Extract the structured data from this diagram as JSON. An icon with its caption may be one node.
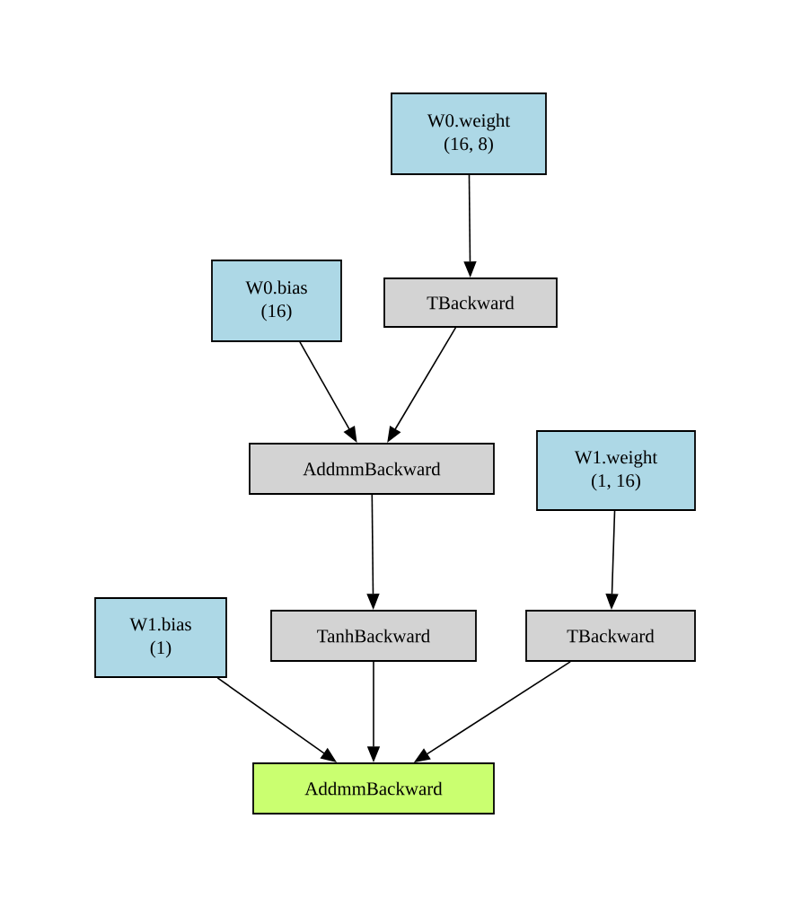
{
  "diagram": {
    "nodes": [
      {
        "text": [
          "W0.weight",
          "(16, 8)"
        ]
      },
      {
        "text": [
          "W0.bias",
          "(16)"
        ]
      },
      {
        "text": [
          "TBackward"
        ]
      },
      {
        "text": [
          "AddmmBackward"
        ]
      },
      {
        "text": [
          "W1.weight",
          "(1, 16)"
        ]
      },
      {
        "text": [
          "W1.bias",
          "(1)"
        ]
      },
      {
        "text": [
          "TanhBackward"
        ]
      },
      {
        "text": [
          "TBackward"
        ]
      },
      {
        "text": [
          "AddmmBackward"
        ]
      }
    ],
    "edges": [
      {
        "from": 0,
        "to": 2,
        "arrow": "to"
      },
      {
        "from": 1,
        "to": 3,
        "arrow": "to"
      },
      {
        "from": 2,
        "to": 3,
        "arrow": "to"
      },
      {
        "from": 3,
        "to": 6,
        "arrow": "to"
      },
      {
        "from": 4,
        "to": 7,
        "arrow": "to"
      },
      {
        "from": 5,
        "to": 8,
        "arrow": "to"
      },
      {
        "from": 6,
        "to": 8,
        "arrow": "to"
      },
      {
        "from": 7,
        "to": 8,
        "arrow": "to"
      }
    ]
  }
}
